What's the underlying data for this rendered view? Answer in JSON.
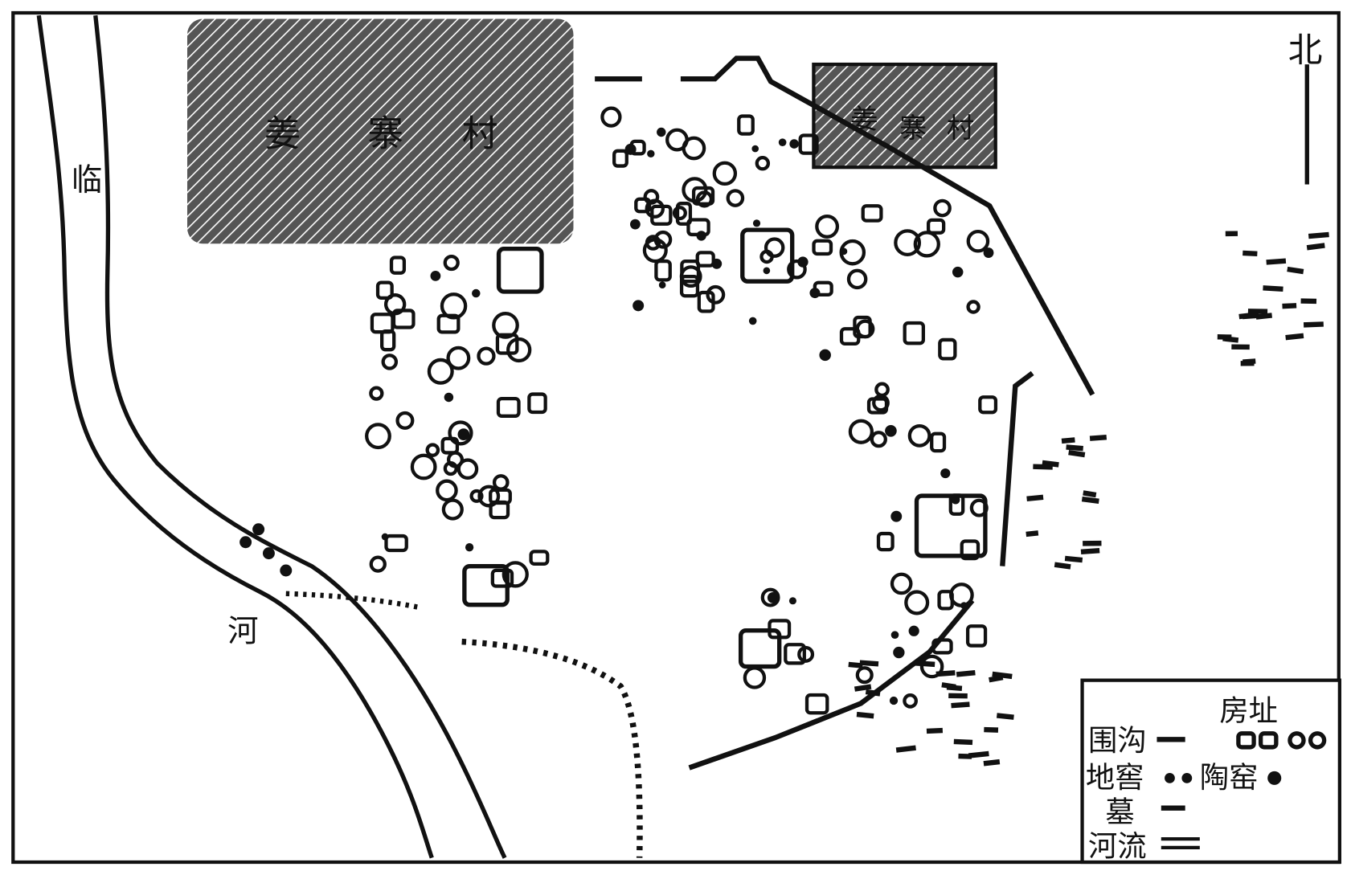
{
  "map": {
    "village_west": [
      "姜",
      "寨",
      "村"
    ],
    "village_east": [
      "姜",
      "寨",
      "村"
    ],
    "river": [
      "临",
      "河"
    ],
    "north": "北"
  },
  "legend": {
    "house": "房址",
    "ditch": "围沟",
    "cellar": "地窖",
    "kiln": "陶窑",
    "tomb": "墓",
    "river": "河流"
  }
}
